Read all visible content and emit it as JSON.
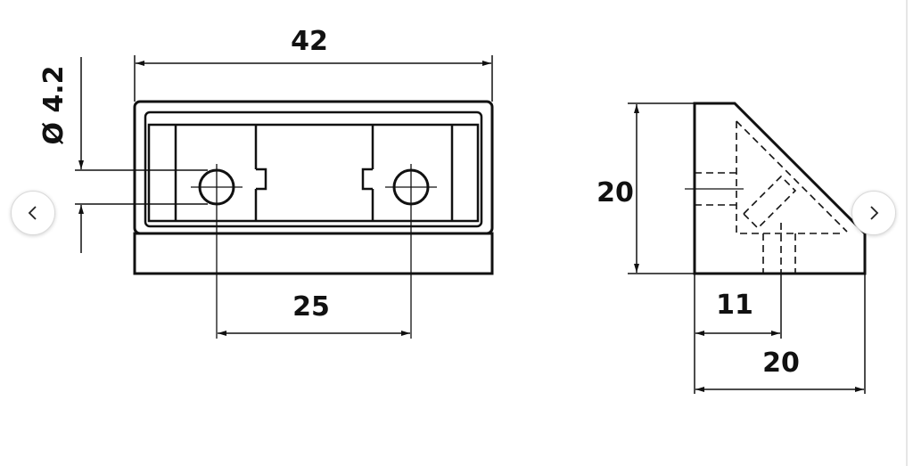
{
  "drawing": {
    "front_view": {
      "overall_width_label": "42",
      "hole_spacing_label": "25",
      "hole_diameter_label": "Ø 4.2"
    },
    "side_view": {
      "height_label": "20",
      "offset_label": "11",
      "width_label": "20"
    }
  },
  "carousel": {
    "prev_icon": "chevron-left-icon",
    "next_icon": "chevron-right-icon"
  },
  "colors": {
    "line": "#111111",
    "button_border": "#d9d9d9",
    "background": "#ffffff"
  }
}
